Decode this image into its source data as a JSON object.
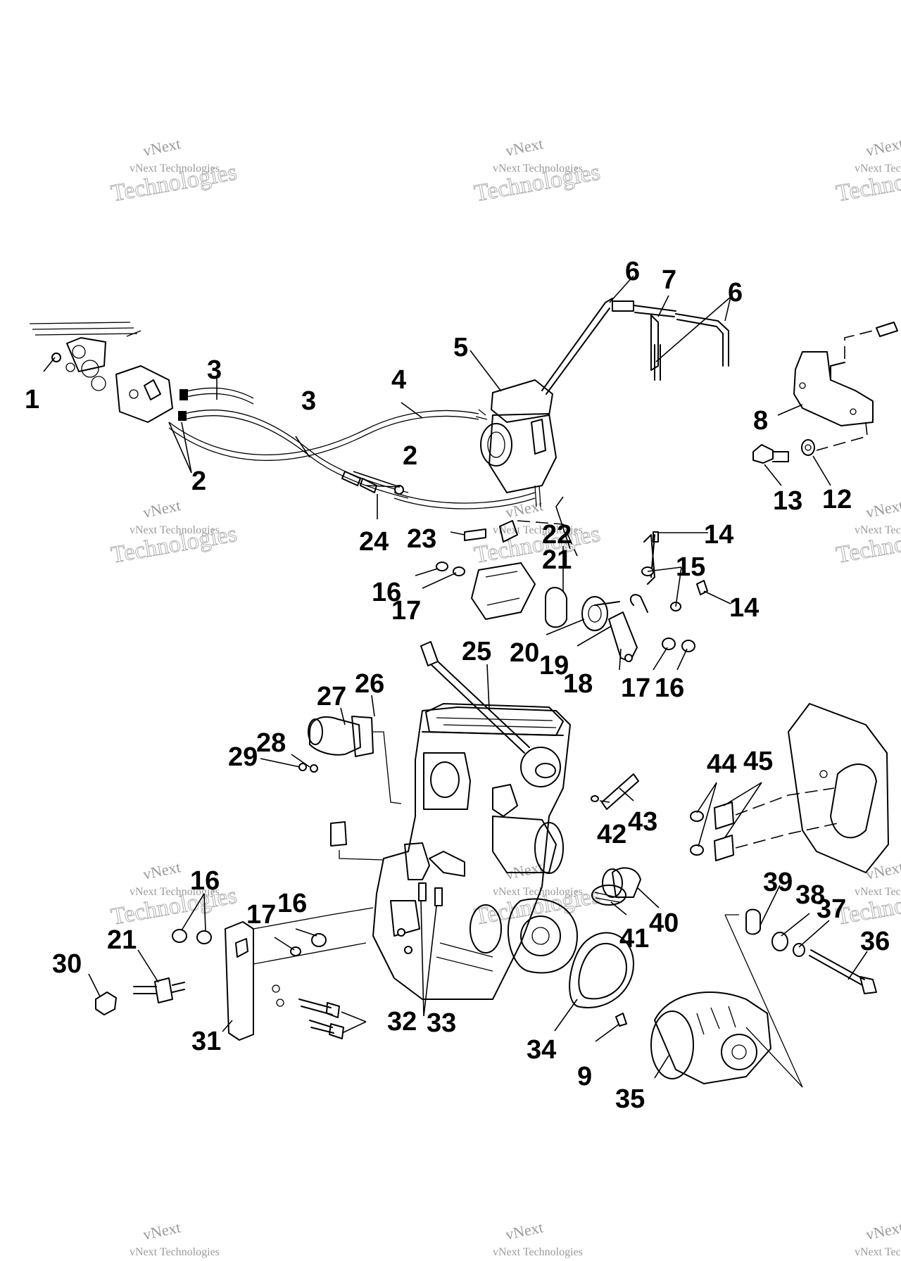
{
  "watermark": {
    "line1": "vNext",
    "line2": "vNext Technologies",
    "line3": "Technologies"
  },
  "callouts": [
    {
      "id": "c1",
      "text": "1"
    },
    {
      "id": "c2a",
      "text": "2"
    },
    {
      "id": "c2b",
      "text": "2"
    },
    {
      "id": "c3a",
      "text": "3"
    },
    {
      "id": "c3b",
      "text": "3"
    },
    {
      "id": "c4",
      "text": "4"
    },
    {
      "id": "c5",
      "text": "5"
    },
    {
      "id": "c6a",
      "text": "6"
    },
    {
      "id": "c6b",
      "text": "6"
    },
    {
      "id": "c7",
      "text": "7"
    },
    {
      "id": "c8",
      "text": "8"
    },
    {
      "id": "c9",
      "text": "9"
    },
    {
      "id": "c12",
      "text": "12"
    },
    {
      "id": "c13",
      "text": "13"
    },
    {
      "id": "c14a",
      "text": "14"
    },
    {
      "id": "c14b",
      "text": "14"
    },
    {
      "id": "c15",
      "text": "15"
    },
    {
      "id": "c16a",
      "text": "16"
    },
    {
      "id": "c16b",
      "text": "16"
    },
    {
      "id": "c16c",
      "text": "16"
    },
    {
      "id": "c16d",
      "text": "16"
    },
    {
      "id": "c17a",
      "text": "17"
    },
    {
      "id": "c17b",
      "text": "17"
    },
    {
      "id": "c17c",
      "text": "17"
    },
    {
      "id": "c18",
      "text": "18"
    },
    {
      "id": "c19",
      "text": "19"
    },
    {
      "id": "c20",
      "text": "20"
    },
    {
      "id": "c21a",
      "text": "21"
    },
    {
      "id": "c21b",
      "text": "21"
    },
    {
      "id": "c22",
      "text": "22"
    },
    {
      "id": "c23",
      "text": "23"
    },
    {
      "id": "c24",
      "text": "24"
    },
    {
      "id": "c25",
      "text": "25"
    },
    {
      "id": "c26",
      "text": "26"
    },
    {
      "id": "c27",
      "text": "27"
    },
    {
      "id": "c28",
      "text": "28"
    },
    {
      "id": "c29",
      "text": "29"
    },
    {
      "id": "c30",
      "text": "30"
    },
    {
      "id": "c31",
      "text": "31"
    },
    {
      "id": "c32",
      "text": "32"
    },
    {
      "id": "c33",
      "text": "33"
    },
    {
      "id": "c34",
      "text": "34"
    },
    {
      "id": "c35",
      "text": "35"
    },
    {
      "id": "c36",
      "text": "36"
    },
    {
      "id": "c37",
      "text": "37"
    },
    {
      "id": "c38",
      "text": "38"
    },
    {
      "id": "c39",
      "text": "39"
    },
    {
      "id": "c40",
      "text": "40"
    },
    {
      "id": "c41",
      "text": "41"
    },
    {
      "id": "c42",
      "text": "42"
    },
    {
      "id": "c43",
      "text": "43"
    },
    {
      "id": "c44",
      "text": "44"
    },
    {
      "id": "c45",
      "text": "45"
    }
  ]
}
